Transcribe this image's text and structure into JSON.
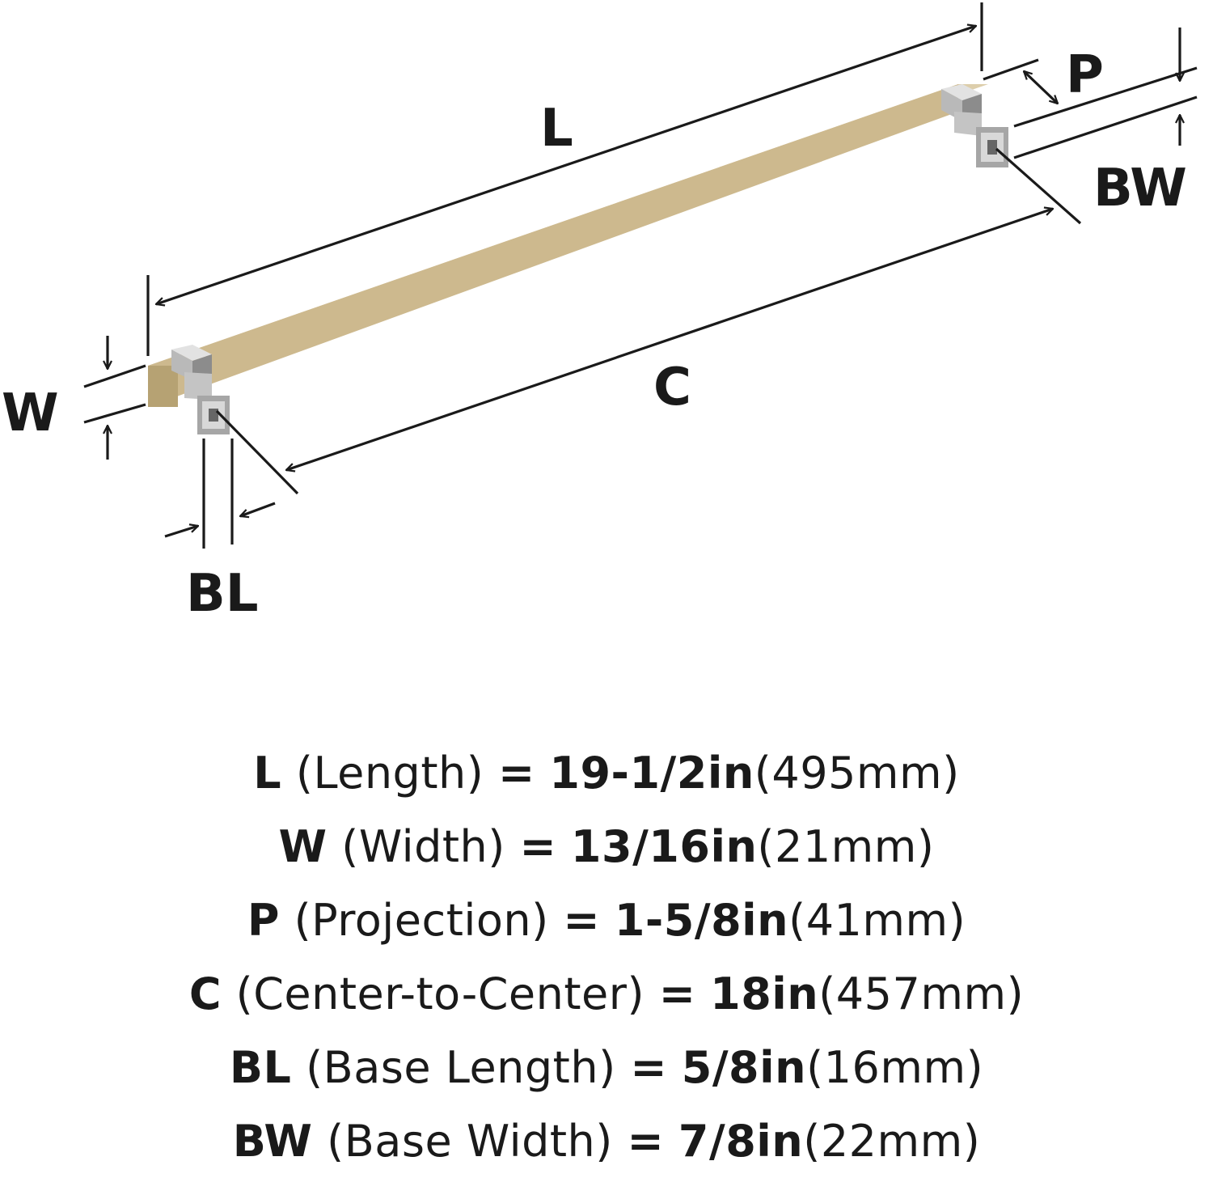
{
  "diagram": {
    "letters": {
      "L": "L",
      "C": "C",
      "P": "P",
      "BW": "BW",
      "W": "W",
      "BL": "BL"
    },
    "colors": {
      "bar": "#cdb98e",
      "bar_top": "#ddceab",
      "bar_side": "#b6a273",
      "post": "#b9b9b9",
      "post_light": "#e2e2e2",
      "post_dark": "#8c8c8c",
      "lines": "#1a1a1a"
    }
  },
  "specs": [
    {
      "abbr": "L",
      "name": "(Length)",
      "eq": "=",
      "inch": "19-1/2in",
      "mm": "(495mm)"
    },
    {
      "abbr": "W",
      "name": "(Width)",
      "eq": "=",
      "inch": "13/16in",
      "mm": "(21mm)"
    },
    {
      "abbr": "P",
      "name": "(Projection)",
      "eq": "=",
      "inch": "1-5/8in",
      "mm": "(41mm)"
    },
    {
      "abbr": "C",
      "name": "(Center-to-Center)",
      "eq": "=",
      "inch": "18in",
      "mm": "(457mm)"
    },
    {
      "abbr": "BL",
      "name": "(Base Length)",
      "eq": "=",
      "inch": "5/8in",
      "mm": "(16mm)"
    },
    {
      "abbr": "BW",
      "name": "(Base Width)",
      "eq": "=",
      "inch": "7/8in",
      "mm": "(22mm)"
    }
  ]
}
